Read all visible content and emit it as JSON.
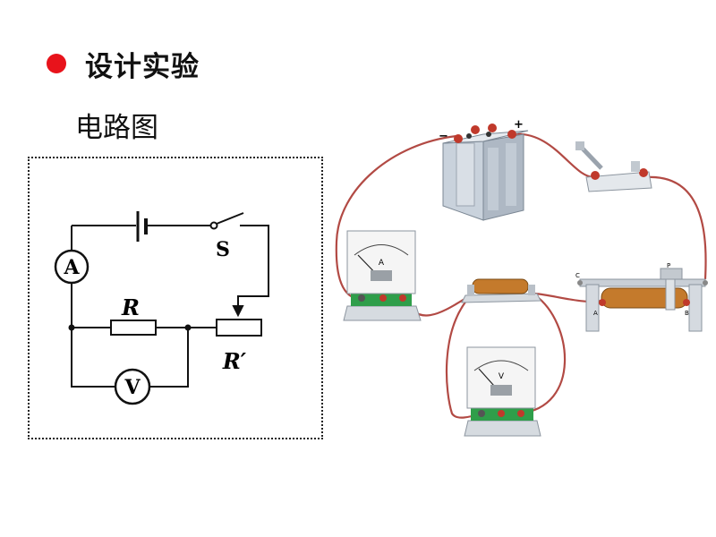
{
  "title": "设计实验",
  "subtitle": "电路图",
  "schematic": {
    "ammeter": "A",
    "voltmeter": "V",
    "switch": "S",
    "resistor": "R",
    "rheostat": "R′"
  },
  "apparatus": {
    "battery_minus": "−",
    "battery_plus": "+",
    "ammeter_unit": "A",
    "voltmeter_unit": "V",
    "rheostat_terminals": [
      "C",
      "P",
      "A",
      "B"
    ]
  },
  "colors": {
    "bullet": "#e8131b",
    "wire": "#b24a44"
  }
}
